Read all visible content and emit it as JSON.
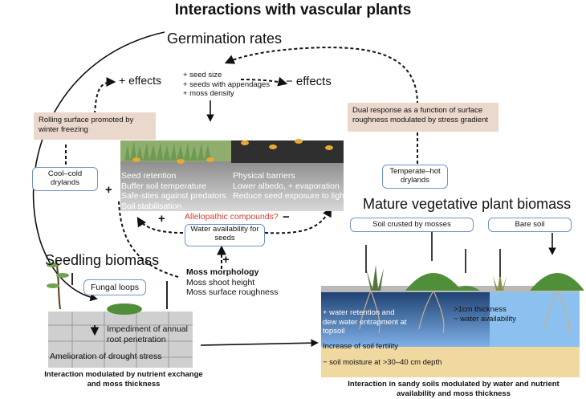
{
  "title": "Interactions with vascular plants",
  "germination": {
    "heading": "Germination rates",
    "pos_effects": "+ effects",
    "neg_effects": "− effects",
    "factors": [
      "+ seed size",
      "+ seeds with appendages",
      "+ moss density"
    ],
    "left_box": "Rolling surface promoted by winter freezing",
    "right_box": "Dual response as a function of surface roughness modulated by stress gradient",
    "cool_drylands": "Cool–cold drylands",
    "hot_drylands": "Temperate–hot drylands",
    "left_panel": [
      "Seed retention",
      "Buffer soil temperature",
      "Safe-sites against predators",
      "Soil stabilisation"
    ],
    "right_panel": [
      "Physical barriers",
      "Lower albedo, + evaporation",
      "Reduce seed exposure to light"
    ],
    "allelopathic": "Allelopathic compounds?",
    "water_box": "Water availability for seeds",
    "plus": "+",
    "minus": "−",
    "moss_morphology_title": "Moss morphology",
    "moss_morphology_items": [
      "Moss shoot height",
      "Moss surface roughness"
    ]
  },
  "seedling": {
    "heading": "Seedling biomass",
    "fungal_loops": "Fungal loops",
    "impediment": "Impediment of annual root penetration",
    "amelioration": "Amelioration of drought stress",
    "caption": "Interaction modulated by nutrient exchange and moss thickness"
  },
  "mature": {
    "heading": "Mature vegetative plant biomass",
    "soil_crusted": "Soil crusted by mosses",
    "bare_soil": "Bare soil",
    "retention": "+ water retention and dew water entrapment at topsoil",
    "thickness": ">1cm thickness",
    "water_avail": "− water availability",
    "fertility": "Increase of soil fertility",
    "soil_moisture": "− soil moisture at >30–40 cm depth",
    "caption": "Interaction in sandy soils modulated by water and nutrient availability and moss thickness"
  },
  "colors": {
    "blue_border": "#6f93c8",
    "beige": "#ead8cc",
    "moss_green": "#4f8f3a",
    "water_blue": "#5b8fd6",
    "sand": "#f0d9a0",
    "allelopathic_red": "#d33a2c"
  }
}
